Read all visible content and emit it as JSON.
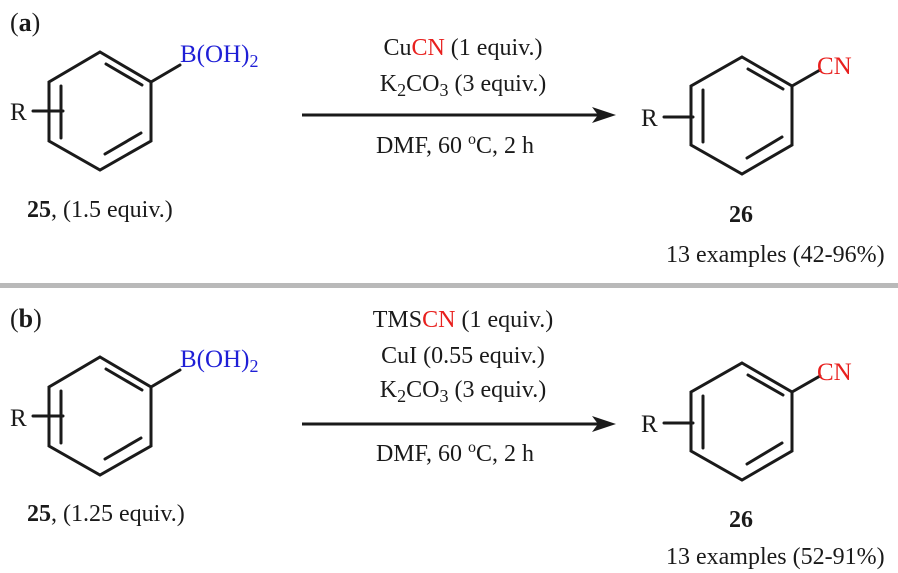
{
  "panels": [
    {
      "label": "a",
      "reactant": {
        "r_group": "R",
        "substituent": "B(OH)",
        "substituent_sub": "2",
        "id": "25",
        "equiv": ", (1.5 equiv.)"
      },
      "conditions": [
        {
          "pre": "Cu",
          "red": "CN",
          "post": " (1 equiv.)"
        },
        {
          "pre": "K",
          "sub1": "2",
          "mid": "CO",
          "sub2": "3",
          "post": " (3 equiv.)"
        }
      ],
      "below_arrow": {
        "pre": "DMF, 60 ",
        "sup": "o",
        "post": "C, 2 h"
      },
      "product": {
        "r_group": "R",
        "substituent": "CN",
        "id": "26",
        "yield": "13 examples (42-96%)"
      }
    },
    {
      "label": "b",
      "reactant": {
        "r_group": "R",
        "substituent": "B(OH)",
        "substituent_sub": "2",
        "id": "25",
        "equiv": ", (1.25 equiv.)"
      },
      "conditions": [
        {
          "pre": "TMS",
          "red": "CN",
          "post": " (1 equiv.)"
        },
        {
          "plain": "CuI (0.55 equiv.)"
        },
        {
          "pre": "K",
          "sub1": "2",
          "mid": "CO",
          "sub2": "3",
          "post": " (3 equiv.)"
        }
      ],
      "below_arrow": {
        "pre": "DMF, 60 ",
        "sup": "o",
        "post": "C, 2 h"
      },
      "product": {
        "r_group": "R",
        "substituent": "CN",
        "id": "26",
        "yield": "13 examples (52-91%)"
      }
    }
  ],
  "colors": {
    "boron": "#1f1fd6",
    "cyano": "#e8201e",
    "divider": "#b9b9b9",
    "bond": "#1a1a1a"
  }
}
